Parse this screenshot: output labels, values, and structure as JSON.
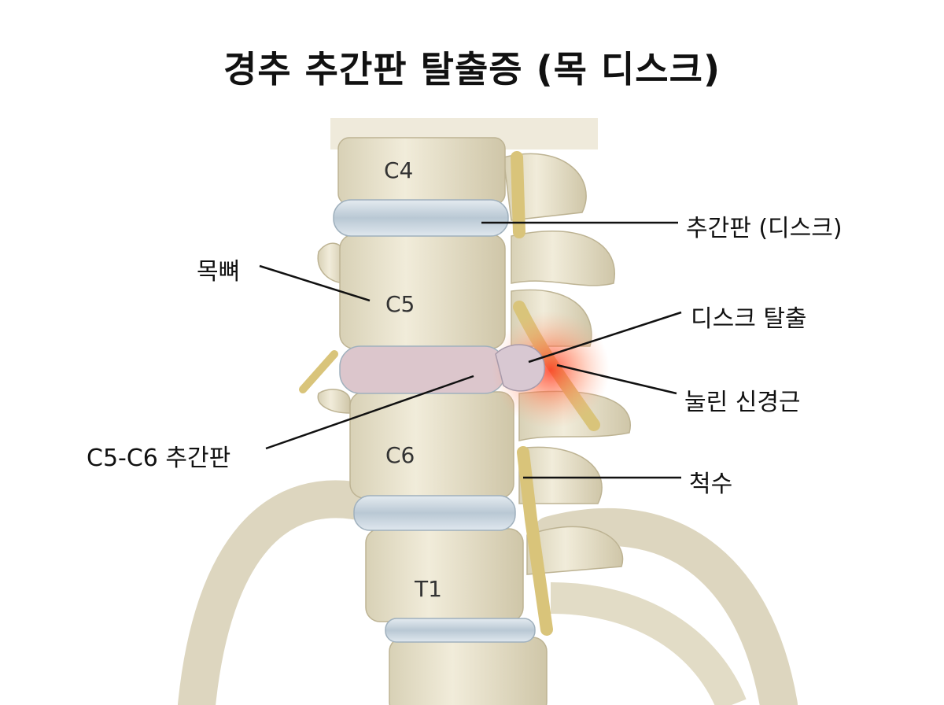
{
  "title": "경추 추간판 탈출증 (목 디스크)",
  "vertebrae": [
    "C4",
    "C5",
    "C6",
    "T1"
  ],
  "callouts": {
    "disc": "추간판 (디스크)",
    "neck_bone": "목뼈",
    "herniation": "디스크 탈출",
    "compressed_nerve": "눌린 신경근",
    "c5c6_disc": "C5-C6 추간판",
    "spinal_cord": "척수"
  },
  "colors": {
    "bone": "#e8e2cc",
    "disc": "#c9d6e0",
    "nerve": "#d9c47a",
    "inflammation": "#f04a3a"
  }
}
